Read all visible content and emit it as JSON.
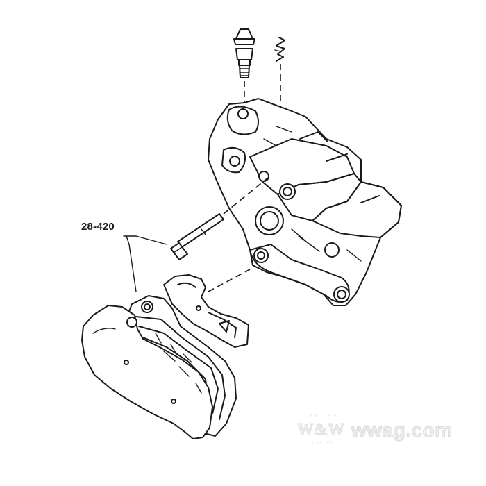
{
  "diagram": {
    "part_number_label": "28-420"
  },
  "watermark": {
    "est": "EST. 1978",
    "logo": "W&W",
    "url": "wwag.com",
    "tagline": "CYCLES"
  },
  "colors": {
    "ink": "#1a1a1a",
    "background": "#ffffff",
    "watermark": "#e6e6e6"
  }
}
